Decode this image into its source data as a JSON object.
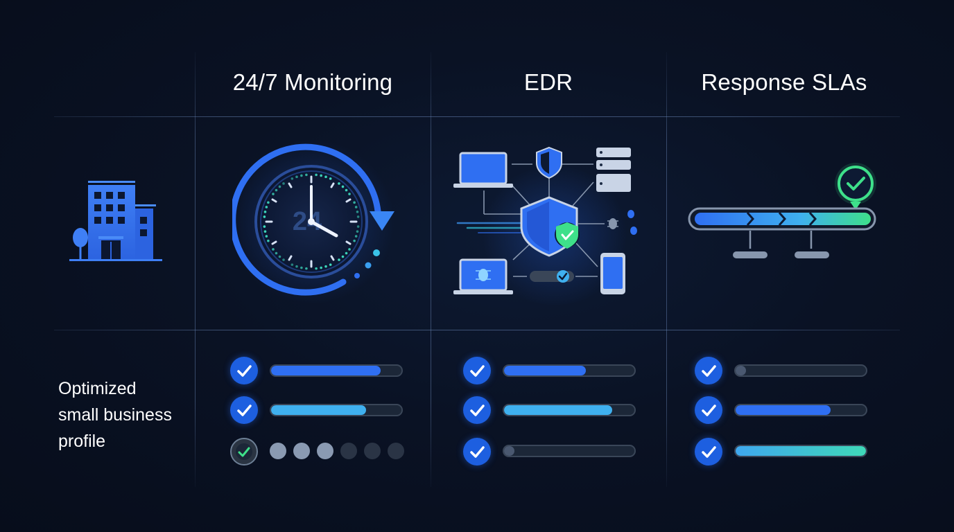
{
  "columns": [
    {
      "title": "24/7 Monitoring"
    },
    {
      "title": "EDR"
    },
    {
      "title": "Response SLAs"
    }
  ],
  "row_label": {
    "line1": "Optimized",
    "line2": "small business",
    "line3": "profile"
  },
  "icons": {
    "building": "office-building-icon",
    "clock": "clock-24-icon",
    "edr_network": "endpoint-network-icon",
    "sla_timeline": "sla-timeline-icon"
  },
  "clock_text": "24",
  "metrics": {
    "monitoring": [
      {
        "status": "checked",
        "level": 0.84
      },
      {
        "status": "checked",
        "level": 0.73
      },
      {
        "status": "partial",
        "dots_filled": 3,
        "dots_total": 6
      }
    ],
    "edr": [
      {
        "status": "checked",
        "level": 0.63
      },
      {
        "status": "checked",
        "level": 0.83
      },
      {
        "status": "checked",
        "level": 0.08
      }
    ],
    "sla": [
      {
        "status": "checked",
        "level": 0.08
      },
      {
        "status": "checked",
        "level": 0.73
      },
      {
        "status": "checked",
        "level": 1.0
      }
    ]
  },
  "colors": {
    "accent_blue": "#2f6bf0",
    "light_blue": "#3fb0ef",
    "success_green": "#3ee08a",
    "track": "#1c2738"
  }
}
